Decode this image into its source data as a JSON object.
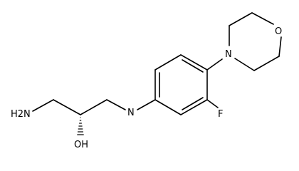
{
  "molecule": {
    "atoms": {
      "amine_nh2": "H2N",
      "hydroxyl": "OH",
      "aryl_amine_n": "N",
      "fluorine": "F",
      "morpholine_n": "N",
      "morpholine_o": "O"
    },
    "stereo_bond": "hashed wedge",
    "line_color": "#000000",
    "background": "#ffffff"
  }
}
